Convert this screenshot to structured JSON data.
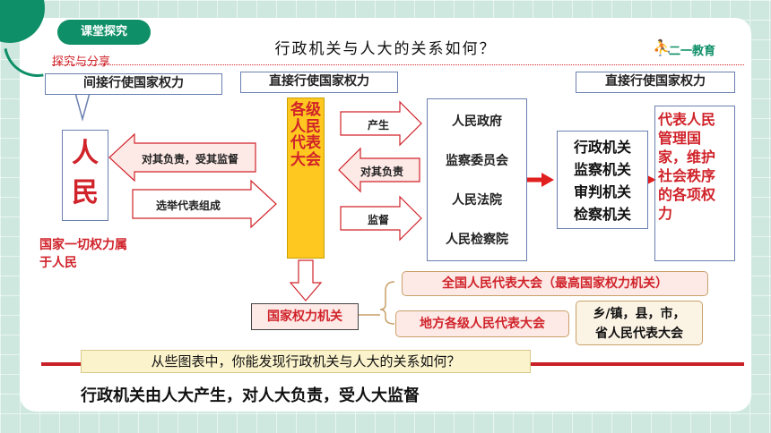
{
  "header": {
    "tag": "课堂探究",
    "title": "行政机关与人大的关系如何？",
    "subtitle": "探究与分享",
    "logo": "二一教育"
  },
  "labels": {
    "indirect": "间接行使国家权力",
    "direct_left": "直接行使国家权力",
    "direct_right": "直接行使国家权力"
  },
  "people": "人民",
  "arrows": {
    "responsible_supervised": "对其负责，受其监督",
    "elect": "选举代表组成",
    "produce": "产生",
    "responsible": "对其负责",
    "supervise": "监督"
  },
  "congress": "各级人民代表大会",
  "state_organs": [
    "人民政府",
    "监察委员会",
    "人民法院",
    "人民检察院"
  ],
  "organs": [
    "行政机关",
    "监察机关",
    "审判机关",
    "检察机关"
  ],
  "representing": "代表人民管理国家，维护社会秩序的各项权力",
  "power_belongs": "国家一切权力属于人民",
  "state_power_organ": "国家权力机关",
  "npc": "全国人民代表大会（最高国家权力机关）",
  "local": "地方各级人民代表大会",
  "levels": [
    "乡/镇，县，市，",
    "省人民代表大会"
  ],
  "question": "从些图表中，你能发现行政机关与人大的关系如何？",
  "answer": "行政机关由人大产生，对人大负责，受人大监督",
  "colors": {
    "accent": "#0e8f67",
    "red": "#d0232a",
    "yellow": "#ffc820"
  }
}
